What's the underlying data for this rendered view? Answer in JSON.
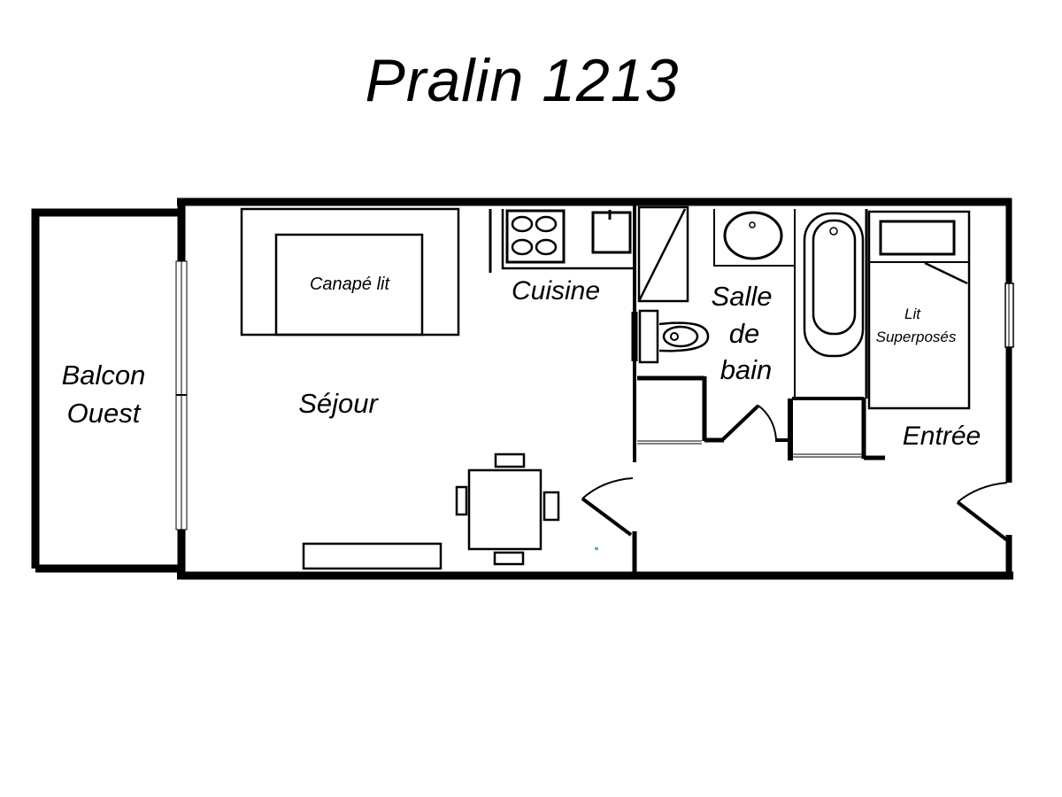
{
  "title": "Pralin 1213",
  "rooms": {
    "balcon": {
      "line1": "Balcon",
      "line2": "Ouest"
    },
    "sejour": "Séjour",
    "canape": "Canapé lit",
    "cuisine": "Cuisine",
    "salle_de_bain": {
      "line1": "Salle",
      "line2": "de",
      "line3": "bain"
    },
    "lit": {
      "line1": "Lit",
      "line2": "Superposés"
    },
    "entree": "Entrée"
  },
  "colors": {
    "wall": "#000000",
    "background": "#ffffff",
    "marker": "#22c8e0"
  }
}
